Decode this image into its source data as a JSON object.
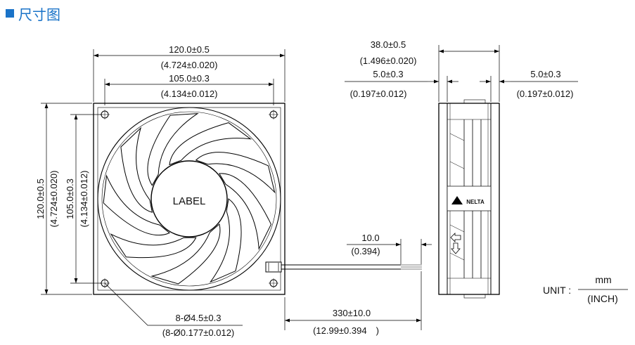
{
  "header": {
    "title": "尺寸图"
  },
  "label": "LABEL",
  "logo_text": "NELTA",
  "front": {
    "width": "120.0±0.5",
    "width_in": "(4.724±0.020)",
    "hole_pitch": "105.0±0.3",
    "hole_pitch_in": "(4.134±0.012)",
    "height": "120.0±0.5",
    "height_in": "(4.724±0.020)",
    "hole_pitch_v": "105.0±0.3",
    "hole_pitch_v_in": "(4.134±0.012)",
    "holes": "8-Ø4.5±0.3",
    "holes_in": "(8-Ø0.177±0.012)"
  },
  "side": {
    "depth": "38.0±0.5",
    "depth_in": "(1.496±0.020)",
    "flange_left": "5.0±0.3",
    "flange_left_in": "(0.197±0.012)",
    "flange_right": "5.0±0.3",
    "flange_right_in": "(0.197±0.012)"
  },
  "lead": {
    "strip": "10.0",
    "strip_in": "(0.394)",
    "length": "330±10.0",
    "length_in": "(12.99±0.394　)"
  },
  "unit": {
    "label": "UNIT :",
    "mm": "mm",
    "inch": "(INCH)"
  },
  "colors": {
    "accent": "#1a73c8"
  }
}
